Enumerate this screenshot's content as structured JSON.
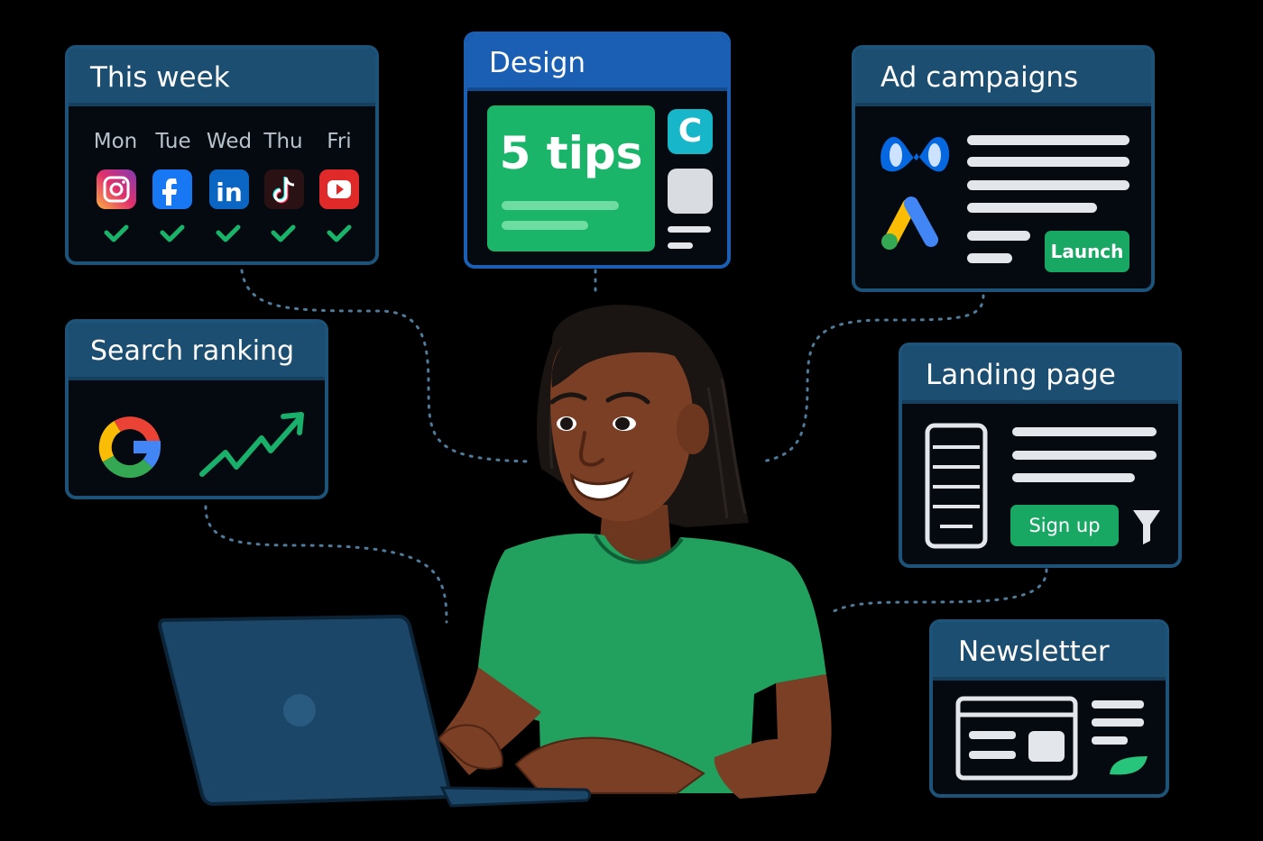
{
  "this_week": {
    "title": "This week",
    "days": [
      "Mon",
      "Tue",
      "Wed",
      "Thu",
      "Fri"
    ],
    "platforms": [
      "instagram-icon",
      "facebook-icon",
      "linkedin-icon",
      "tiktok-icon",
      "youtube-icon"
    ]
  },
  "design": {
    "title": "Design",
    "tip_text": "5 tips",
    "badge_letter": "C"
  },
  "ad_campaigns": {
    "title": "Ad campaigns",
    "launch_label": "Launch"
  },
  "search_ranking": {
    "title": "Search ranking"
  },
  "landing_page": {
    "title": "Landing page",
    "signup_label": "Sign up"
  },
  "newsletter": {
    "title": "Newsletter"
  },
  "colors": {
    "background": "#000000",
    "card_header": "#1b4e71",
    "design_header": "#1a5fb4",
    "accent_green": "#18a864",
    "shirt": "#22a05e",
    "skin": "#7a3f24",
    "laptop": "#1c4668"
  }
}
